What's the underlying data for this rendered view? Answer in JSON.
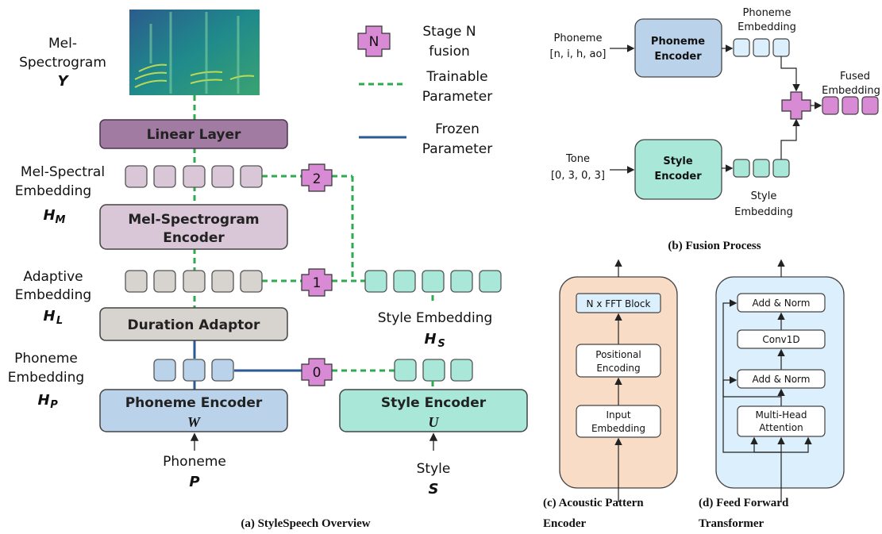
{
  "panel_a": {
    "caption": "(a) StyleSpeech Overview",
    "mel_label": "Mel-",
    "mel_label2": "Spectrogram",
    "mel_symbol": "Y",
    "linear_layer": "Linear Layer",
    "mel_spectral_label": "Mel-Spectral",
    "mel_spectral_label2": "Embedding",
    "mel_spectral_symbol": "H",
    "mel_spectral_sub": "M",
    "mel_encoder_line1": "Mel-Spectrogram",
    "mel_encoder_line2": "Encoder",
    "adaptive_label": "Adaptive",
    "adaptive_label2": "Embedding",
    "adaptive_symbol": "H",
    "adaptive_sub": "L",
    "duration_adaptor": "Duration Adaptor",
    "phoneme_emb_label": "Phoneme",
    "phoneme_emb_label2": "Embedding",
    "phoneme_emb_symbol": "H",
    "phoneme_emb_sub": "P",
    "phoneme_encoder": "Phoneme Encoder",
    "phoneme_encoder_symbol": "W",
    "phoneme_input": "Phoneme",
    "phoneme_input_symbol": "P",
    "style_encoder": "Style Encoder",
    "style_encoder_symbol": "U",
    "style_input": "Style",
    "style_input_symbol": "S",
    "style_embedding_label": "Style Embedding",
    "style_embedding_symbol": "H",
    "style_embedding_sub": "S",
    "fusion0": "0",
    "fusion1": "1",
    "fusion2": "2"
  },
  "legend": {
    "fusion_symbol": "N",
    "fusion_line1": "Stage N",
    "fusion_line2": "fusion",
    "trainable_line1": "Trainable",
    "trainable_line2": "Parameter",
    "frozen_line1": "Frozen",
    "frozen_line2": "Parameter"
  },
  "panel_b": {
    "caption": "(b) Fusion Process",
    "phoneme_in_line1": "Phoneme",
    "phoneme_in_line2": "[n, i, h, ao]",
    "phoneme_encoder_line1": "Phoneme",
    "phoneme_encoder_line2": "Encoder",
    "phoneme_emb_line1": "Phoneme",
    "phoneme_emb_line2": "Embedding",
    "fused_line1": "Fused",
    "fused_line2": "Embedding",
    "tone_line1": "Tone",
    "tone_line2": "[0, 3, 0, 3]",
    "style_encoder_line1": "Style",
    "style_encoder_line2": "Encoder",
    "style_emb_line1": "Style",
    "style_emb_line2": "Embedding"
  },
  "panel_c": {
    "caption_line1": "(c) Acoustic Pattern",
    "caption_line2": "Encoder",
    "block_fft": "N x FFT Block",
    "block_pos_line1": "Positional",
    "block_pos_line2": "Encoding",
    "block_input_line1": "Input",
    "block_input_line2": "Embedding"
  },
  "panel_d": {
    "caption_line1": "(d) Feed Forward",
    "caption_line2": "Transformer",
    "add_norm_top": "Add & Norm",
    "conv1d": "Conv1D",
    "add_norm_bottom": "Add & Norm",
    "mha_line1": "Multi-Head",
    "mha_line2": "Attention"
  },
  "colors": {
    "trainable_green": "#2eaa4f",
    "frozen_blue": "#2a5a95",
    "fusion_pink": "#d98ad4",
    "linear_purple": "#a27ba3",
    "mel_encoder_lavender": "#d9c6d7",
    "duration_gray": "#d7d4cf",
    "phoneme_blue": "#bad2ea",
    "style_teal": "#a9e8d8",
    "apenc_peach": "#f9dcc5",
    "fft_blue": "#dbeffc"
  }
}
